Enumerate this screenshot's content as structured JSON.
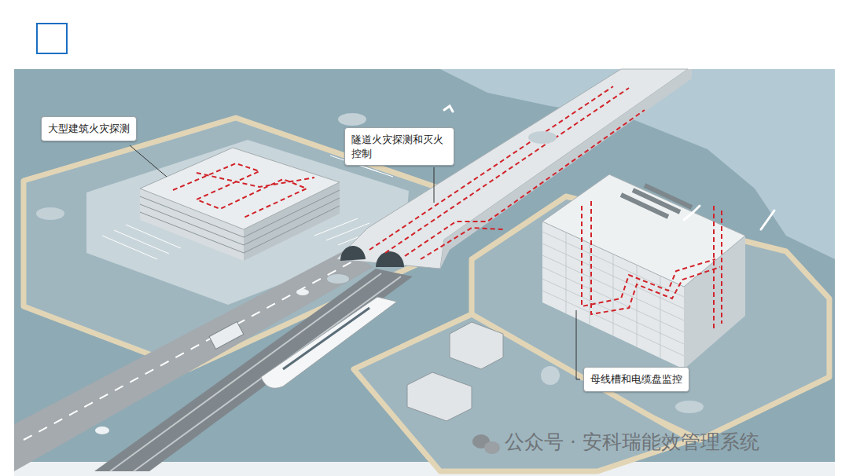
{
  "diagram": {
    "nodes": [
      {
        "text": [
          "大型建筑火灾探测"
        ]
      },
      {
        "text": [
          "隧道火灾探测和灭火控制"
        ]
      },
      {
        "text": [
          "母线槽和电缆盘监控"
        ]
      }
    ],
    "labels": [
      "公众号 · 安科瑞能效管理系统"
    ]
  }
}
